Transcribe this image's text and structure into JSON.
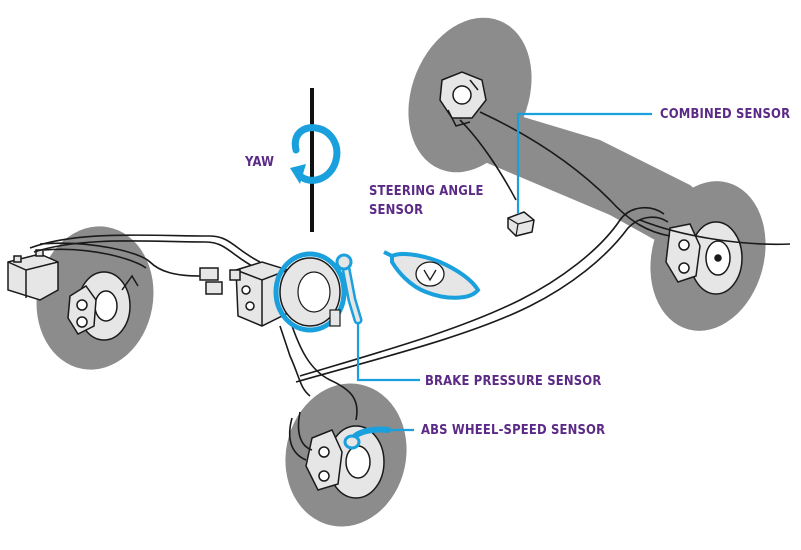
{
  "labels": {
    "yaw": "YAW",
    "steering_angle_line1": "STEERING ANGLE",
    "steering_angle_line2": "SENSOR",
    "combined_sensor": "COMBINED SENSOR",
    "brake_pressure_sensor": "BRAKE PRESSURE SENSOR",
    "abs_wheel_speed_sensor": "ABS WHEEL-SPEED SENSOR"
  },
  "colors": {
    "label_text": "#5b2a86",
    "highlight": "#1aa0dc",
    "tire": "#8c8c8c",
    "axle_shadow": "#8c8c8c",
    "line_art": "#1a1a1a",
    "component_fill": "#e6e6e6"
  },
  "icons": {
    "yaw_arrow": "rotation-arrow-icon",
    "yaw_axis": "vertical-axis-line"
  }
}
